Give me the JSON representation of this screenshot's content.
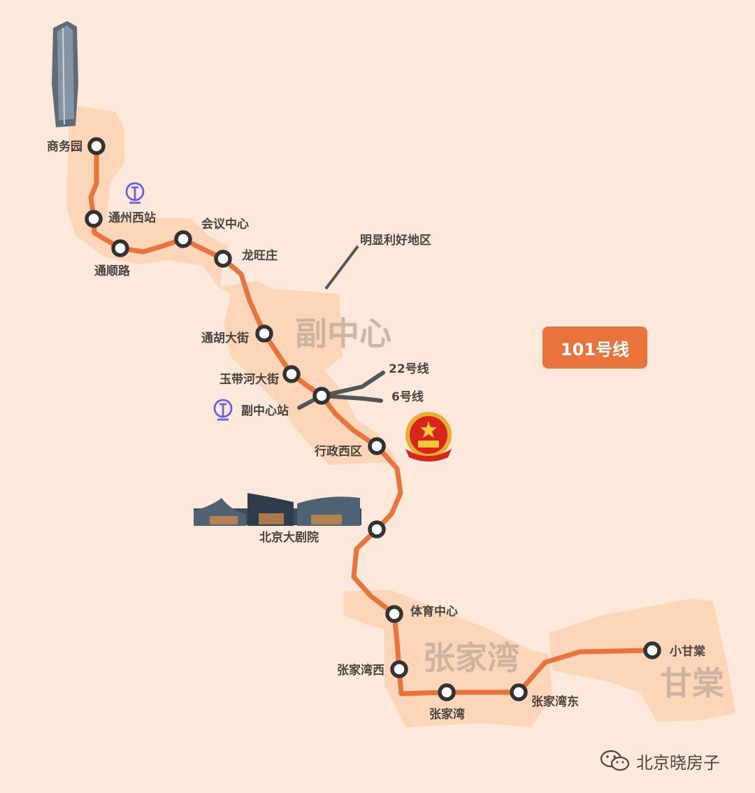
{
  "line_badge": "101号线",
  "annotation": "明显利好地区",
  "areas": {
    "fuzhongxin": "副中心",
    "zhangjiawan": "张家湾",
    "gantang": "甘棠"
  },
  "transfer_lines": {
    "line22": "22号线",
    "line6": "6号线"
  },
  "stations": [
    "商务园",
    "通州西站",
    "通顺路",
    "会议中心",
    "龙旺庄",
    "通胡大街",
    "玉带河大街",
    "副中心站",
    "行政西区",
    "北京大剧院",
    "体育中心",
    "张家湾西",
    "张家湾",
    "张家湾东",
    "小甘棠"
  ],
  "watermark": "北京晓房子",
  "colors": {
    "line": "#e8743b",
    "area_fill": "#fdd5b8",
    "background": "#fde9dc",
    "rail_icon": "#6a5fe0",
    "transfer_line": "#555555"
  },
  "icons": [
    "railway-station-icon",
    "national-emblem-icon",
    "tower-building-icon",
    "grand-theatre-icon",
    "wechat-icon"
  ]
}
